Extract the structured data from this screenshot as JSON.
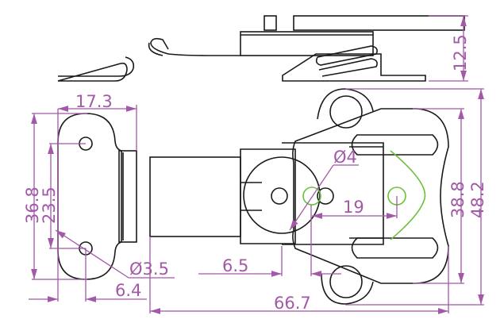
{
  "drawing": {
    "dimensions": {
      "width_17_3": "17.3",
      "height_36_8": "36.8",
      "hole_spacing_23_5": "23.5",
      "hole_dia_3_5": "Ø3.5",
      "offset_6_4": "6.4",
      "pin_dia_4": "Ø4",
      "pin_spacing_19": "19",
      "offset_6_5": "6.5",
      "overall_length_66_7": "66.7",
      "height_38_8": "38.8",
      "height_48_2": "48.2",
      "top_height_12_5": "12.5"
    },
    "colors": {
      "outline": "#1a1a1a",
      "dimension": "#a259a8",
      "spring": "#6abf3b"
    }
  }
}
